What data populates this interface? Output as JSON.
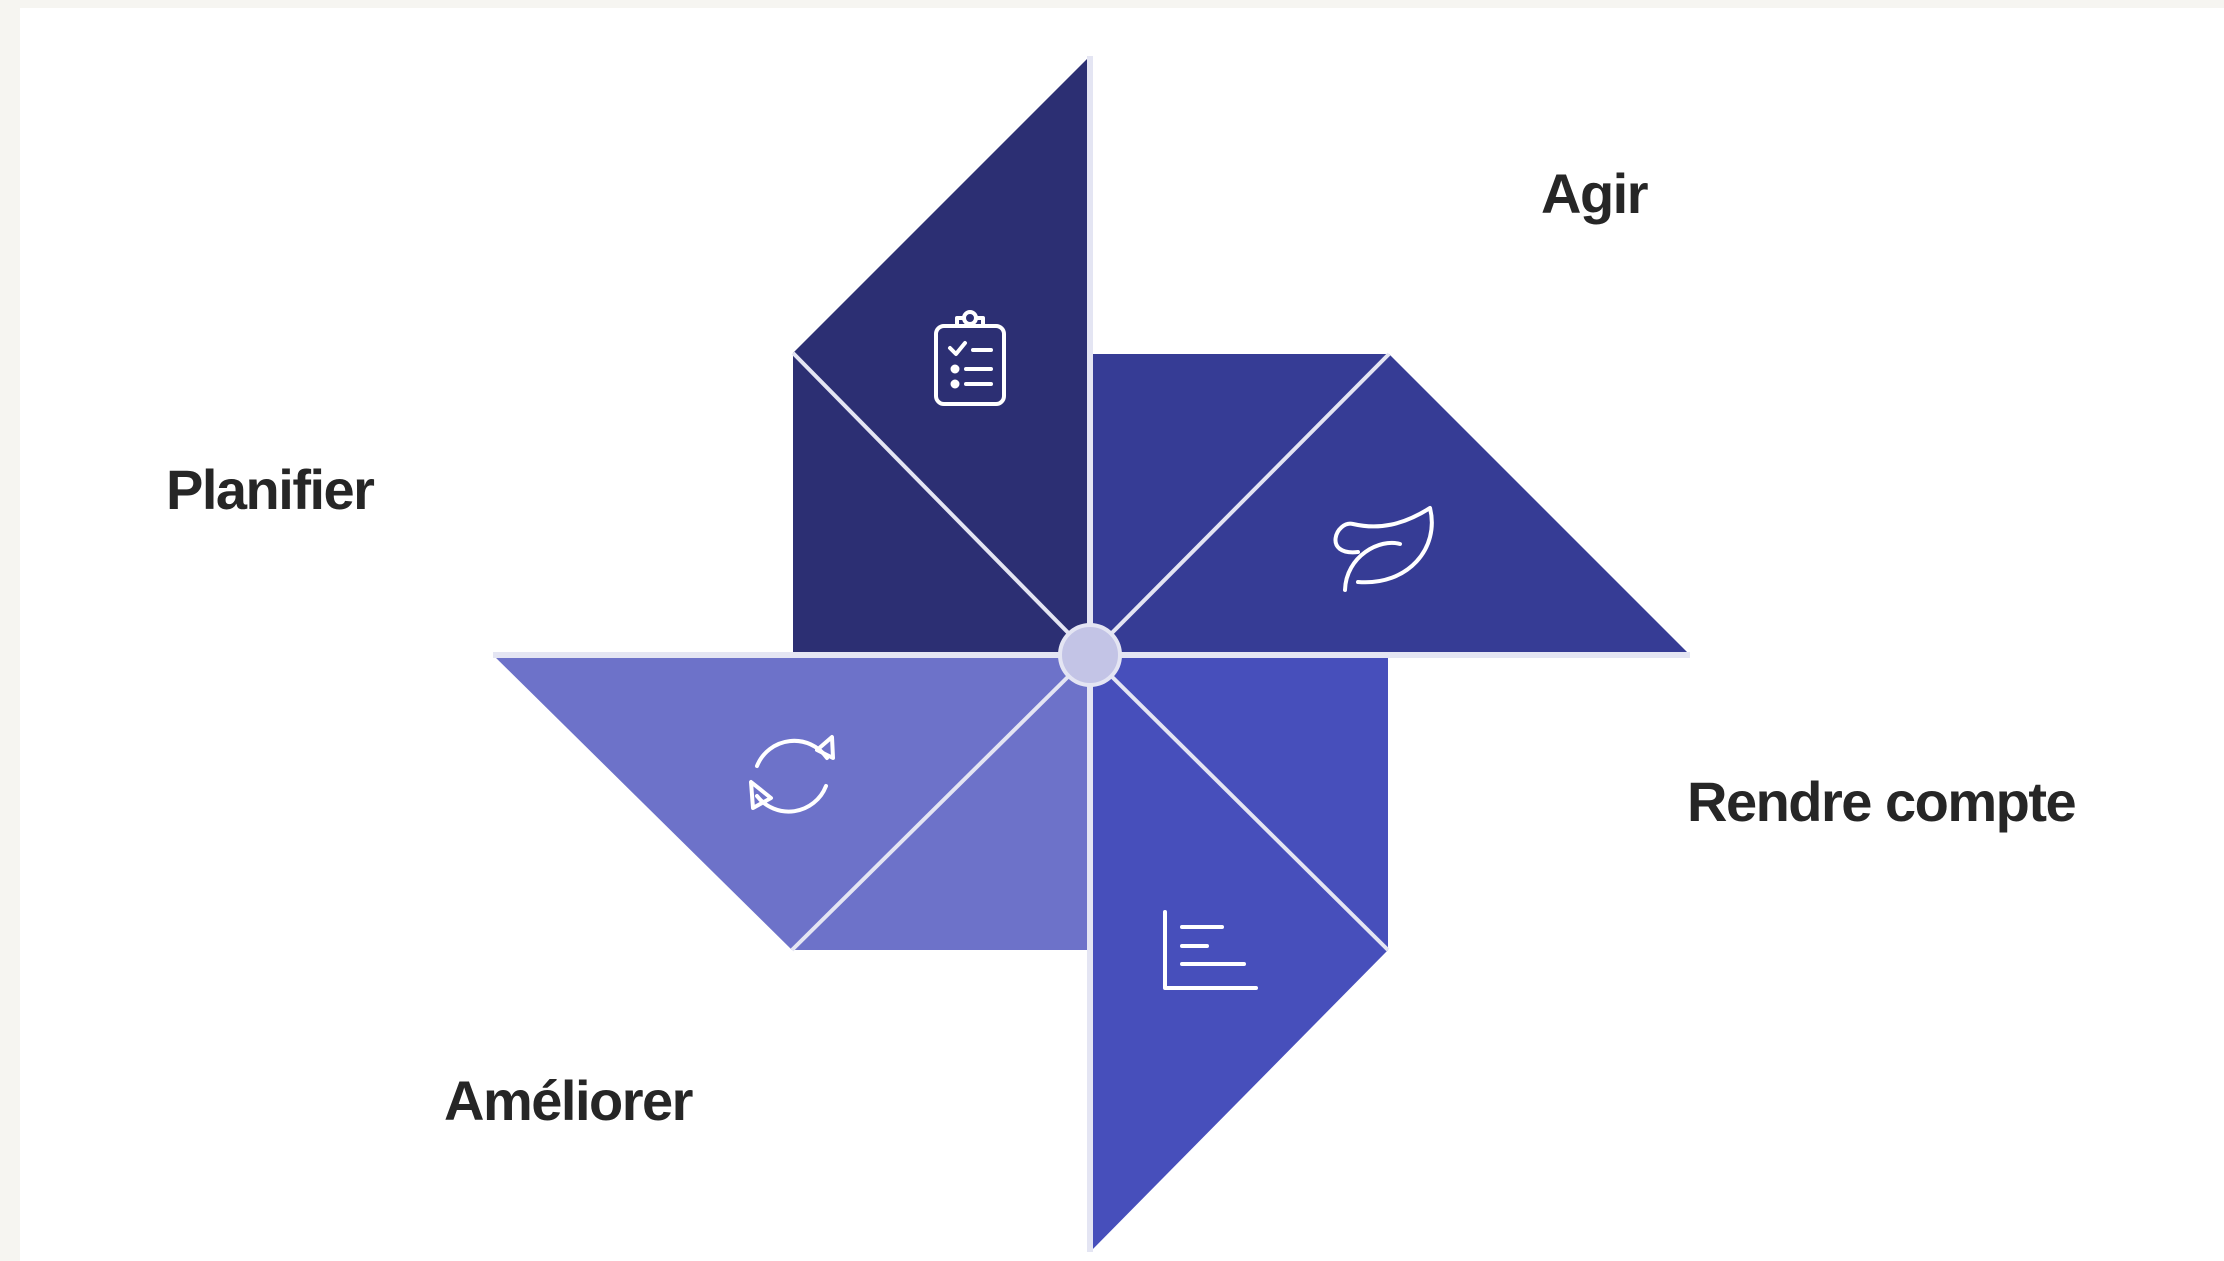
{
  "diagram": {
    "steps": [
      {
        "id": "planifier",
        "label": "Planifier",
        "icon": "clipboard-checklist-icon",
        "color": "#2c2f73"
      },
      {
        "id": "agir",
        "label": "Agir",
        "icon": "leaf-icon",
        "color": "#363c95"
      },
      {
        "id": "rendre",
        "label": "Rendre compte",
        "icon": "bar-chart-icon",
        "color": "#474fbb"
      },
      {
        "id": "ameliorer",
        "label": "Améliorer",
        "icon": "refresh-cycle-icon",
        "color": "#6d72c9"
      }
    ],
    "hub_color": "#c3c4e6",
    "label_color": "#262626",
    "divider_color": "#e4e5f3"
  }
}
